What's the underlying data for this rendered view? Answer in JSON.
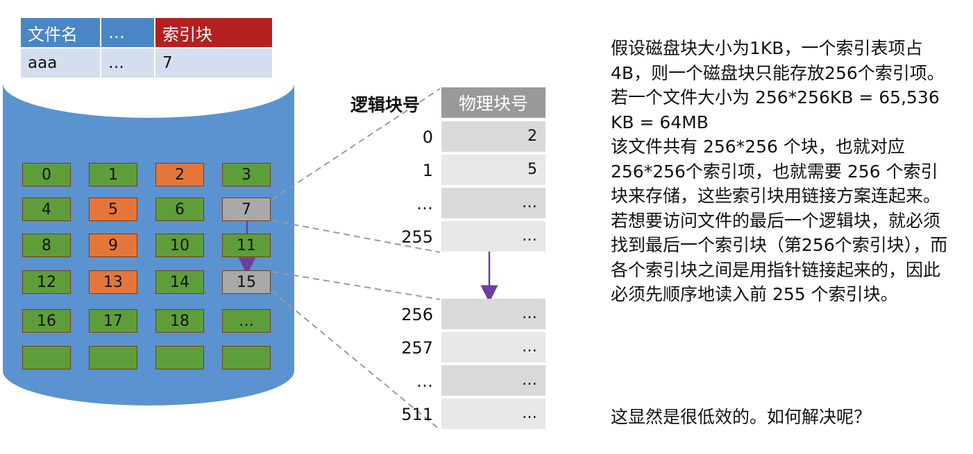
{
  "directory": {
    "headers": [
      "文件名",
      "…",
      "索引块"
    ],
    "row": [
      "aaa",
      "…",
      "7"
    ]
  },
  "disk_blocks": [
    {
      "label": "0",
      "color": "green"
    },
    {
      "label": "1",
      "color": "green"
    },
    {
      "label": "2",
      "color": "orange"
    },
    {
      "label": "3",
      "color": "green"
    },
    {
      "label": "4",
      "color": "green"
    },
    {
      "label": "5",
      "color": "orange"
    },
    {
      "label": "6",
      "color": "green"
    },
    {
      "label": "7",
      "color": "gray"
    },
    {
      "label": "8",
      "color": "green"
    },
    {
      "label": "9",
      "color": "orange"
    },
    {
      "label": "10",
      "color": "green"
    },
    {
      "label": "11",
      "color": "green"
    },
    {
      "label": "12",
      "color": "green"
    },
    {
      "label": "13",
      "color": "orange"
    },
    {
      "label": "14",
      "color": "green"
    },
    {
      "label": "15",
      "color": "gray"
    },
    {
      "label": "16",
      "color": "green"
    },
    {
      "label": "17",
      "color": "green"
    },
    {
      "label": "18",
      "color": "green"
    },
    {
      "label": "…",
      "color": "green"
    },
    {
      "label": "",
      "color": "green"
    },
    {
      "label": "",
      "color": "green"
    },
    {
      "label": "",
      "color": "green"
    },
    {
      "label": "",
      "color": "green"
    }
  ],
  "colors": {
    "disk_blue": "#5b93d0",
    "green": "#5e9e3a",
    "orange": "#e5763a",
    "gray": "#a9a9a9",
    "arrow": "#6a3fa0",
    "header_blue": "#4a86c5",
    "header_red": "#b3201f"
  },
  "index_table": {
    "logical_header": "逻辑块号",
    "physical_header": "物理块号",
    "block1_rows": [
      {
        "logical": "0",
        "physical": "2"
      },
      {
        "logical": "1",
        "physical": "5"
      },
      {
        "logical": "…",
        "physical": "…"
      },
      {
        "logical": "255",
        "physical": "…"
      }
    ],
    "block2_rows": [
      {
        "logical": "256",
        "physical": "…"
      },
      {
        "logical": "257",
        "physical": "…"
      },
      {
        "logical": "…",
        "physical": "…"
      },
      {
        "logical": "511",
        "physical": "…"
      }
    ]
  },
  "explanation": [
    "假设磁盘块大小为1KB，一个索引表项占4B，则一个磁盘块只能存放256个索引项。",
    "若一个文件大小为 256*256KB = 65,536 KB = 64MB",
    "该文件共有 256*256 个块，也就对应256*256个索引项，也就需要 256 个索引块来存储，这些索引块用链接方案连起来。",
    "若想要访问文件的最后一个逻辑块，就必须找到最后一个索引块（第256个索引块），而各个索引块之间是用指针链接起来的，因此必须先顺序地读入前 255 个索引块。"
  ],
  "conclusion": "这显然是很低效的。如何解决呢？"
}
